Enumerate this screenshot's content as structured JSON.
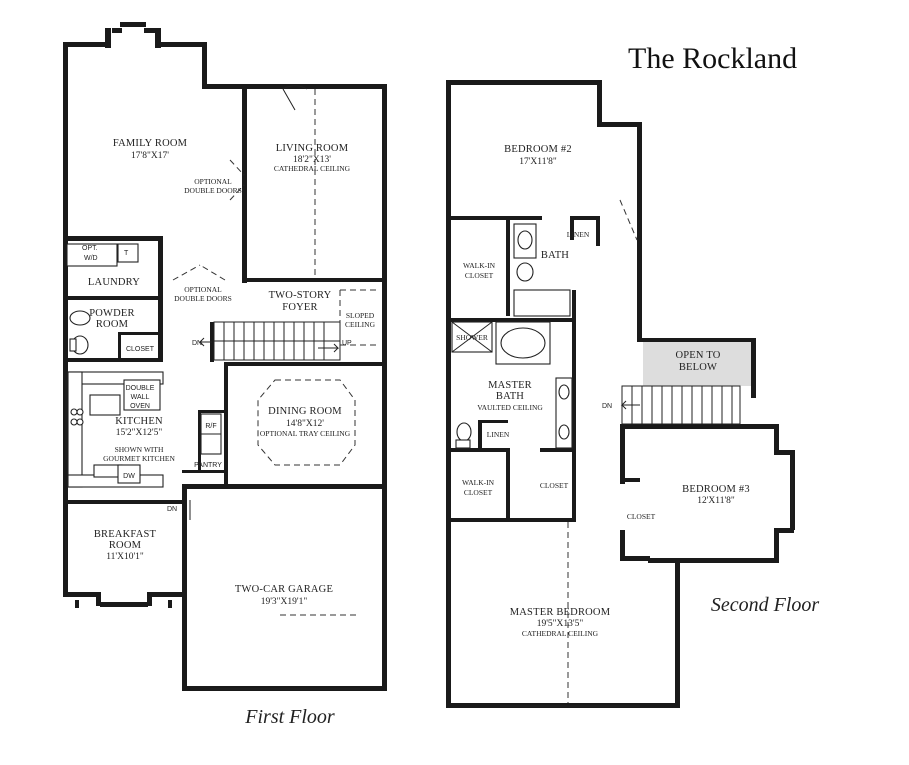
{
  "title": "The Rockland",
  "floors": {
    "first": {
      "label": "First Floor",
      "rooms": {
        "family_room": {
          "name": "FAMILY ROOM",
          "dims": "17'8\"X17'"
        },
        "living_room": {
          "name": "LIVING ROOM",
          "dims": "18'2\"X13'",
          "note": "CATHEDRAL CEILING"
        },
        "laundry": {
          "name": "LAUNDRY",
          "opt": "OPT.",
          "wd": "W/D",
          "t": "T"
        },
        "powder_room": {
          "name1": "POWDER",
          "name2": "ROOM"
        },
        "closet": "CLOSET",
        "foyer": {
          "name1": "TWO-STORY",
          "name2": "FOYER"
        },
        "sloped": {
          "l1": "SLOPED",
          "l2": "CEILING"
        },
        "kitchen": {
          "name": "KITCHEN",
          "dims": "15'2\"X12'5\"",
          "note1": "SHOWN WITH",
          "note2": "GOURMET KITCHEN",
          "oven1": "DOUBLE",
          "oven2": "WALL",
          "oven3": "OVEN",
          "dw": "DW"
        },
        "dining_room": {
          "name": "DINING ROOM",
          "dims": "14'8\"X12'",
          "note": "OPTIONAL TRAY CEILING"
        },
        "pantry": "PANTRY",
        "refrigerator": "R/F",
        "breakfast_room": {
          "name1": "BREAKFAST",
          "name2": "ROOM",
          "dims": "11'X10'1\""
        },
        "garage": {
          "name": "TWO-CAR GARAGE",
          "dims": "19'3\"X19'1\""
        }
      },
      "notes": {
        "optional_double_doors_a1": "OPTIONAL",
        "optional_double_doors_a2": "DOUBLE DOORS",
        "optional_double_doors_b1": "OPTIONAL",
        "optional_double_doors_b2": "DOUBLE DOORS",
        "dn_stair": "DN",
        "up_stair": "UP",
        "dn_garage": "DN"
      }
    },
    "second": {
      "label": "Second Floor",
      "rooms": {
        "bedroom2": {
          "name": "BEDROOM #2",
          "dims": "17'X11'8\""
        },
        "walkin_closet_top": {
          "l1": "WALK-IN",
          "l2": "CLOSET"
        },
        "linen_top": "LINEN",
        "bath": "BATH",
        "shower": "SHOWER",
        "master_bath": {
          "name1": "MASTER",
          "name2": "BATH",
          "note": "VAULTED CEILING"
        },
        "linen_mid": "LINEN",
        "walkin_closet_bottom": {
          "l1": "WALK-IN",
          "l2": "CLOSET"
        },
        "closet_mid": "CLOSET",
        "open_to_below": {
          "l1": "OPEN TO",
          "l2": "BELOW"
        },
        "bedroom3": {
          "name": "BEDROOM #3",
          "dims": "12'X11'8\""
        },
        "closet_bed3": "CLOSET",
        "master_bedroom": {
          "name": "MASTER BEDROOM",
          "dims": "19'5\"X13'5\"",
          "note": "CATHEDRAL CEILING"
        },
        "dn_stair": "DN"
      }
    }
  }
}
